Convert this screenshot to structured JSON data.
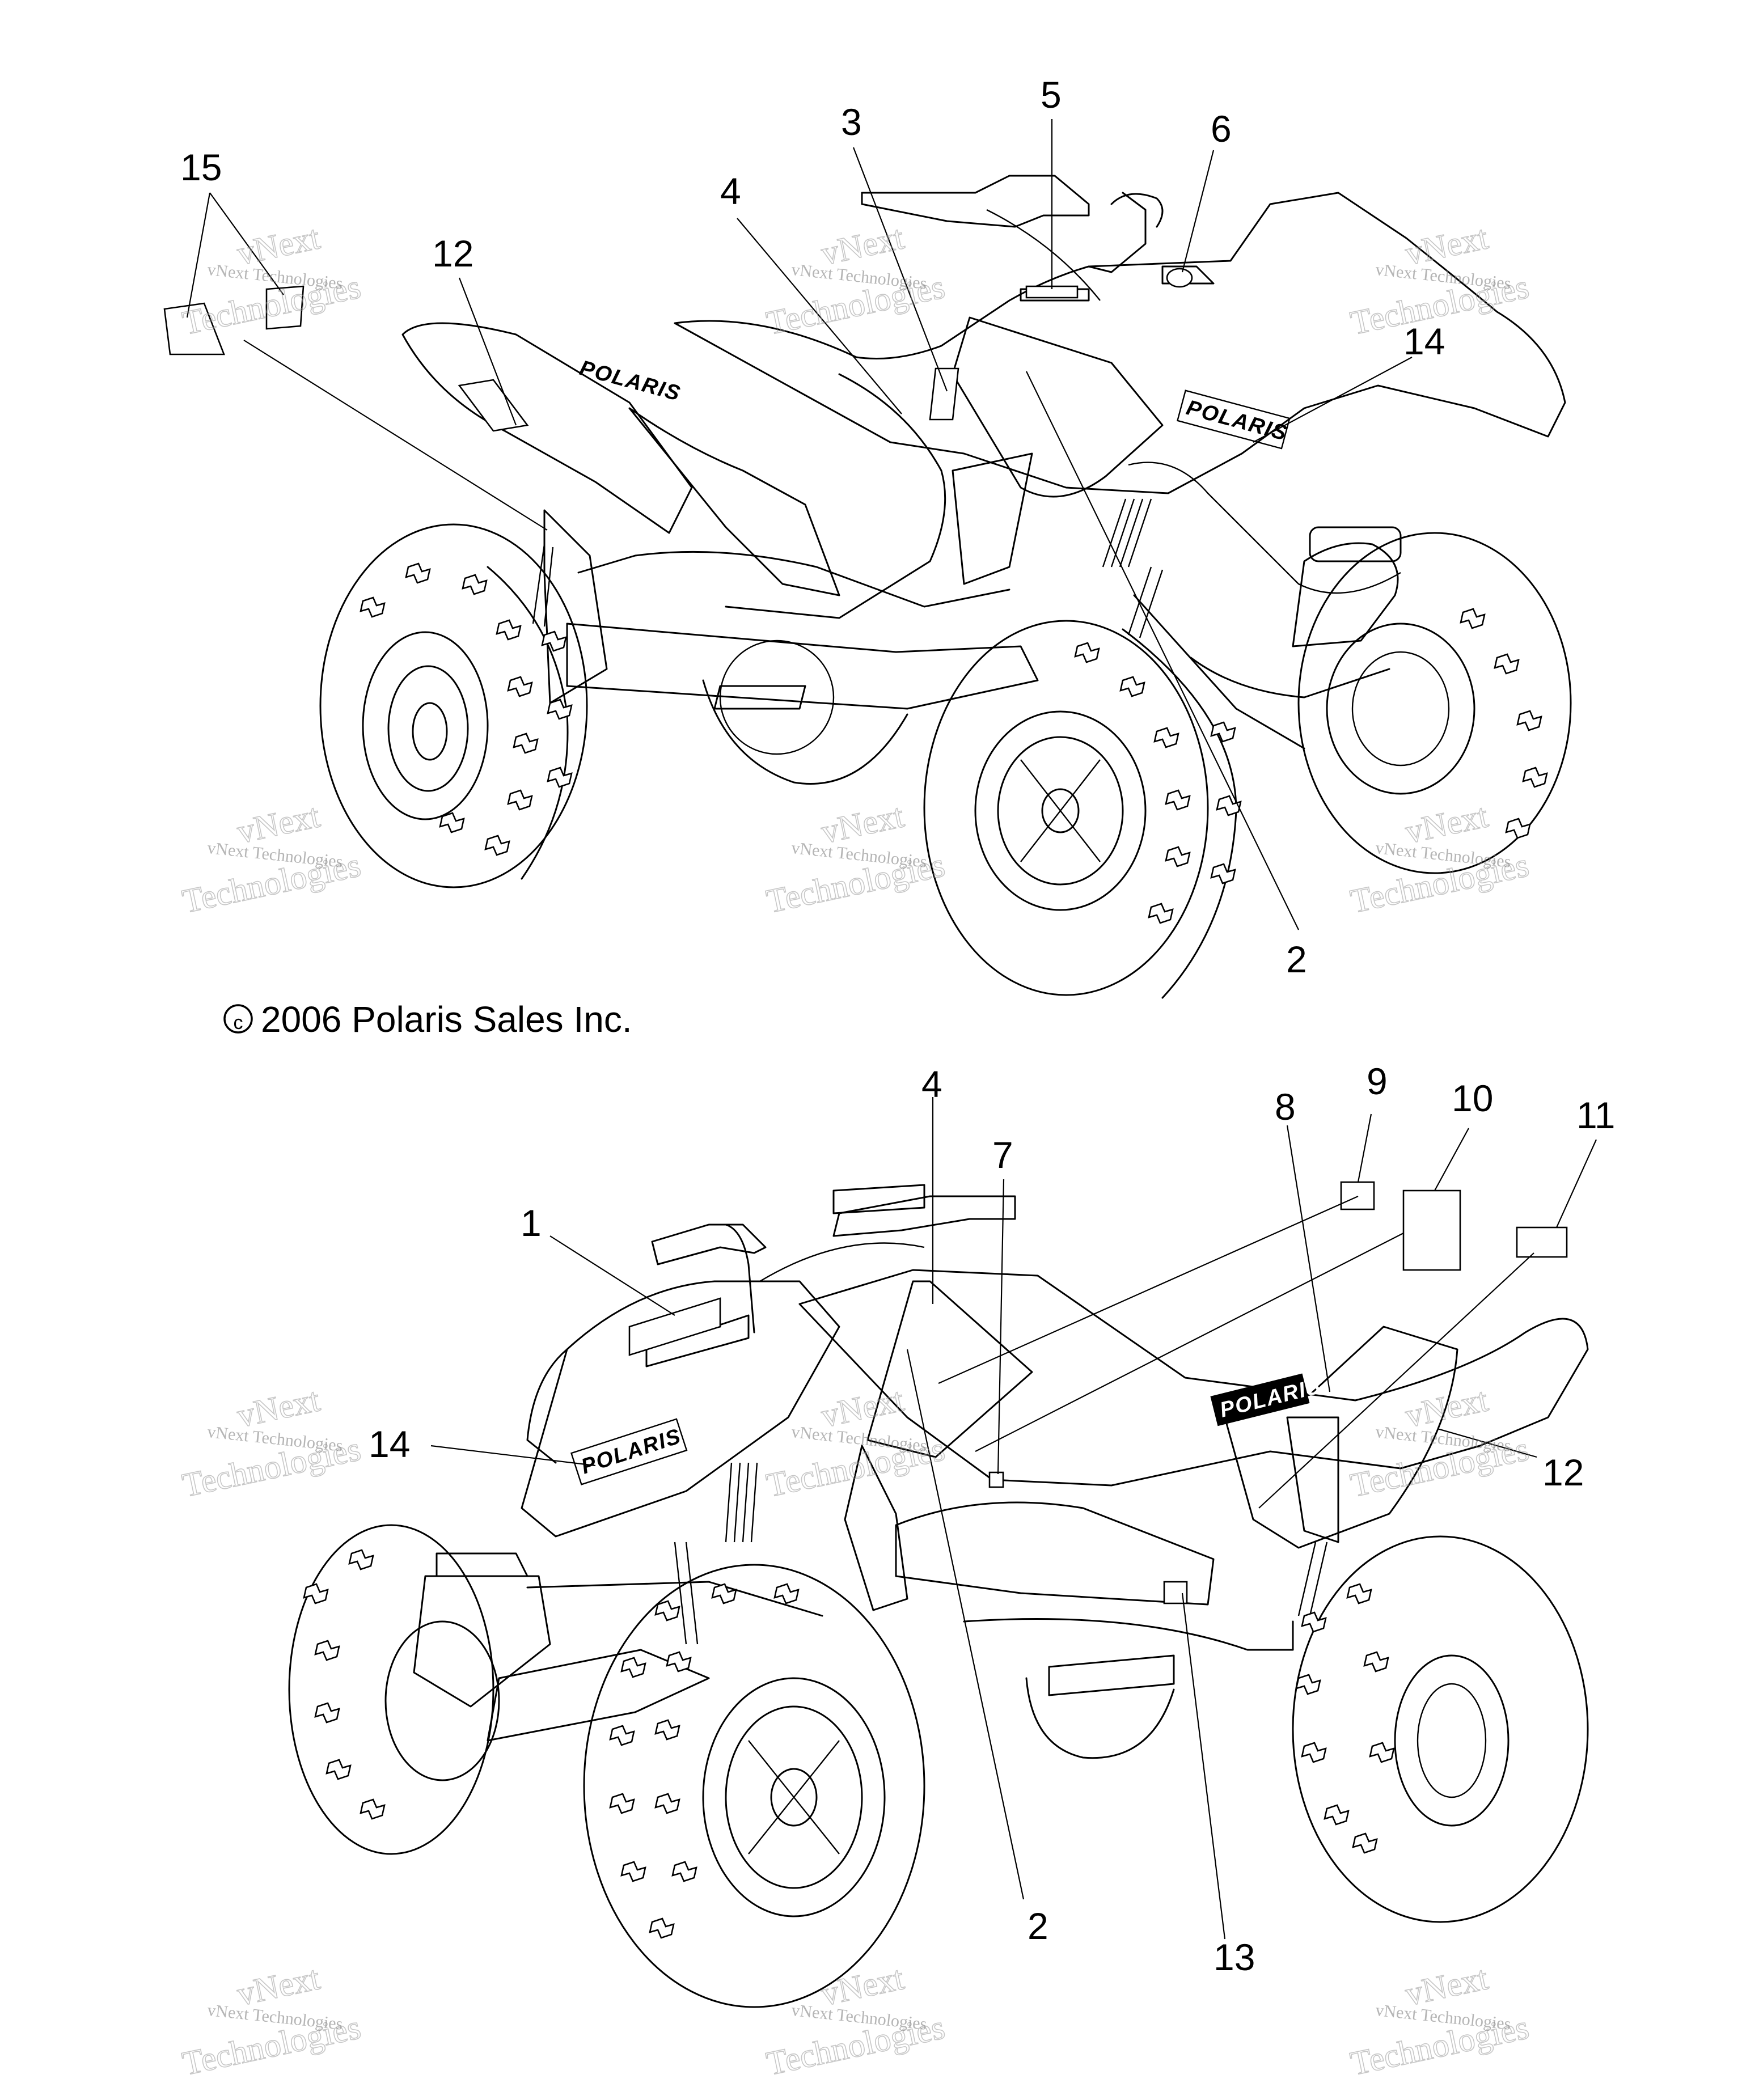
{
  "copyright": "2006 Polaris Sales Inc.",
  "brand_logo": "POLARIS",
  "watermark": {
    "line1": "vNext Technologies",
    "line2": "vNext",
    "line3": "Technologies"
  },
  "top_view": {
    "callouts": [
      "15",
      "12",
      "4",
      "3",
      "5",
      "6",
      "14",
      "2"
    ]
  },
  "bottom_view": {
    "callouts": [
      "1",
      "14",
      "4",
      "7",
      "8",
      "9",
      "10",
      "11",
      "12",
      "2",
      "13"
    ]
  }
}
